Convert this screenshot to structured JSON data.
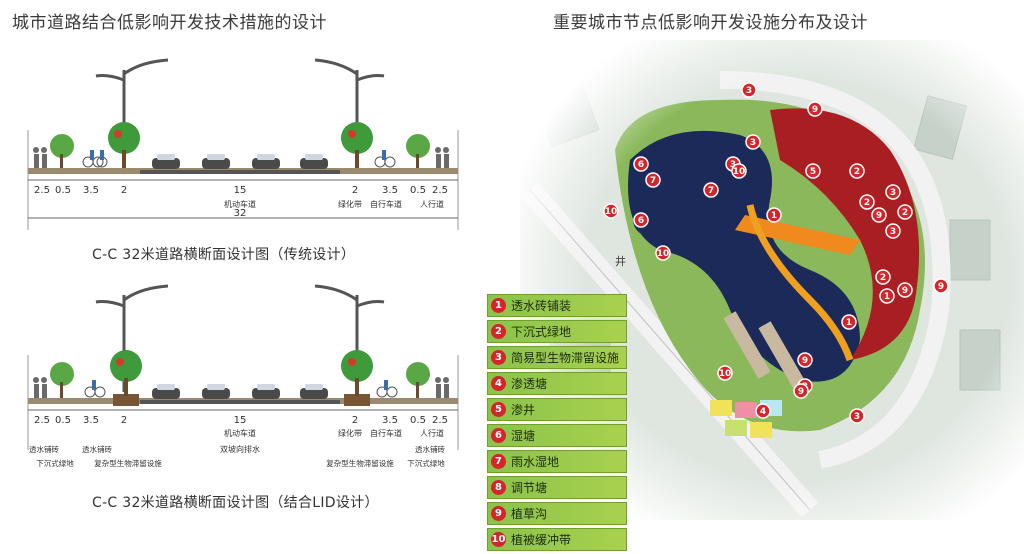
{
  "left_title": "城市道路结合低影响开发技术措施的设计",
  "right_title": "重要城市节点低影响开发设施分布及设计",
  "section1": {
    "dims": [
      "2.5",
      "0.5",
      "3.5",
      "2",
      "15",
      "2",
      "3.5",
      "0.5",
      "2.5"
    ],
    "total": "32",
    "labels": [
      "机动车道",
      "绿化带",
      "自行车道",
      "人行道"
    ],
    "caption": "C-C  32米道路横断面设计图（传统设计）"
  },
  "section2": {
    "dims": [
      "2.5",
      "0.5",
      "3.5",
      "2",
      "15",
      "2",
      "3.5",
      "0.5",
      "2.5"
    ],
    "total": "32",
    "labels": [
      "机动车道",
      "双坡向排水",
      "绿化带",
      "自行车道",
      "人行道"
    ],
    "notes": [
      "透水铺砖",
      "透水铺砖",
      "下沉式绿地",
      "复杂型生物滞留设施",
      "复杂型生物滞留设施",
      "透水铺砖",
      "下沉式绿地"
    ],
    "caption": "C-C  32米道路横断面设计图（结合LID设计）"
  },
  "legend": [
    {
      "num": "1",
      "label": "透水砖铺装"
    },
    {
      "num": "2",
      "label": "下沉式绿地"
    },
    {
      "num": "3",
      "label": "简易型生物滞留设施"
    },
    {
      "num": "4",
      "label": "渗透塘"
    },
    {
      "num": "5",
      "label": "渗井"
    },
    {
      "num": "6",
      "label": "湿塘"
    },
    {
      "num": "7",
      "label": "雨水湿地"
    },
    {
      "num": "8",
      "label": "调节塘"
    },
    {
      "num": "9",
      "label": "植草沟"
    },
    {
      "num": "10",
      "label": "植被缓冲带"
    }
  ],
  "map_markers": [
    "3",
    "9",
    "6",
    "3",
    "2",
    "3",
    "5",
    "2",
    "3",
    "7",
    "10",
    "7",
    "3",
    "9",
    "1",
    "2",
    "10",
    "6",
    "10",
    "2",
    "9",
    "1",
    "9",
    "9",
    "1",
    "3",
    "10",
    "9",
    "4",
    "3"
  ],
  "map_road_label": "井",
  "colors": {
    "marker": "#d5242a",
    "water": "#1c2a5a",
    "red_zone": "#a81e22",
    "legend_green": "#8bc34a"
  }
}
